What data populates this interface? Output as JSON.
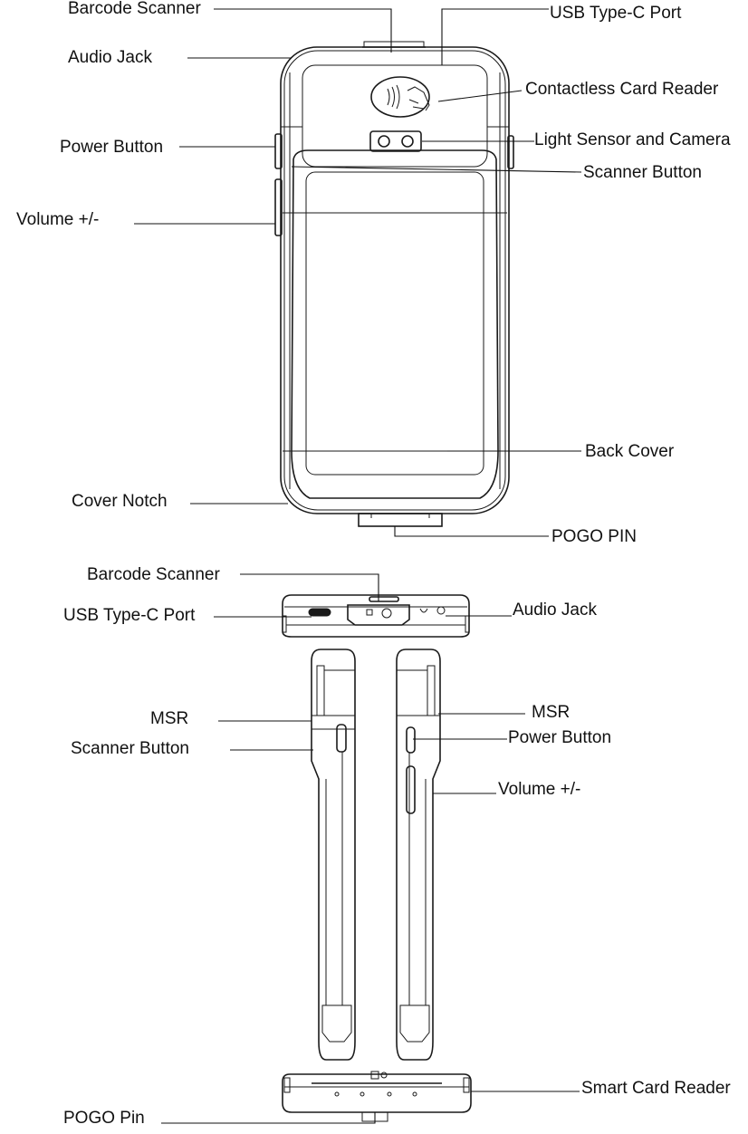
{
  "labels": {
    "barcode_scanner_back": "Barcode Scanner",
    "usb_port_back": "USB Type-C Port",
    "audio_jack_back": "Audio Jack",
    "contactless_reader": "Contactless Card Reader",
    "power_button_back": "Power Button",
    "light_sensor_camera": "Light Sensor and Camera",
    "scanner_button_back": "Scanner Button",
    "volume_back": "Volume +/-",
    "back_cover": "Back Cover",
    "cover_notch": "Cover Notch",
    "pogo_pin_back": "POGO PIN",
    "barcode_scanner_top": "Barcode Scanner",
    "usb_port_top": "USB Type-C Port",
    "audio_jack_top": "Audio Jack",
    "msr_left": "MSR",
    "scanner_button_side": "Scanner Button",
    "msr_right": "MSR",
    "power_button_side": "Power Button",
    "volume_side": "Volume +/-",
    "smart_card_reader": "Smart Card Reader",
    "pogo_pin_bottom": "POGO Pin"
  }
}
